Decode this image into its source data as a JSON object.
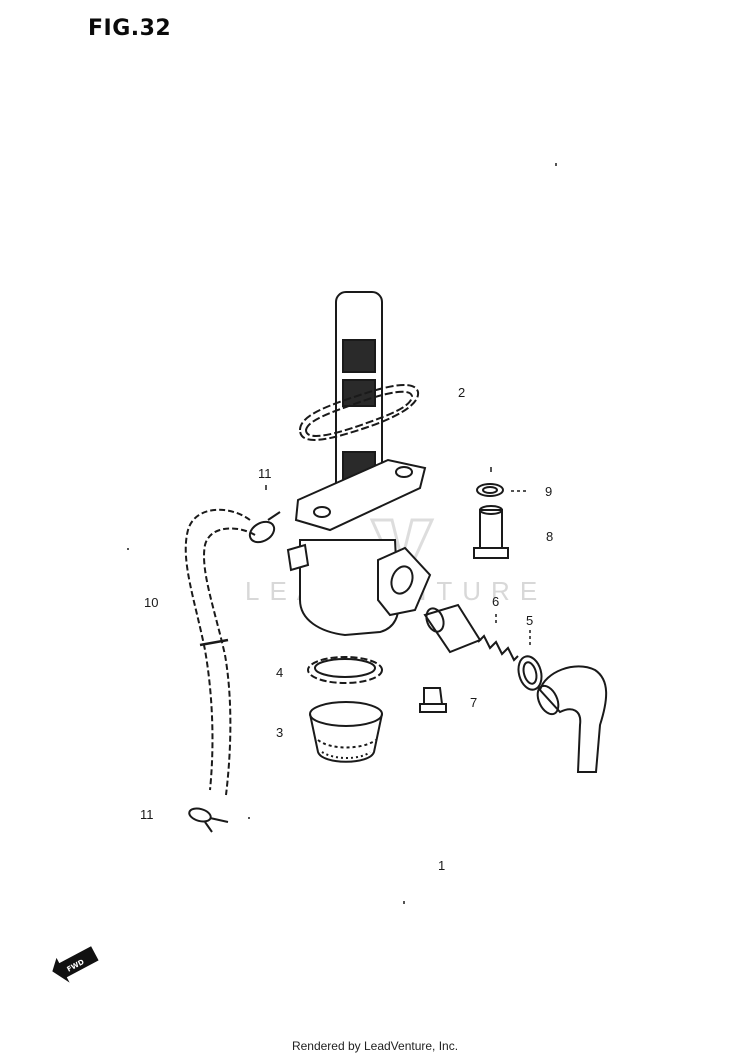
{
  "figure": {
    "title": "FIG.32"
  },
  "callouts": {
    "c1": "1",
    "c2": "2",
    "c3": "3",
    "c4": "4",
    "c5": "5",
    "c6": "6",
    "c7": "7",
    "c8": "8",
    "c9": "9",
    "c10": "10",
    "c11_top": "11",
    "c11_bottom": "11"
  },
  "direction_arrow": {
    "label": "FWD",
    "icon": "fwd-arrow-icon"
  },
  "watermark": {
    "text": "LEADVENTURE",
    "icon": "leadventure-logo-icon"
  },
  "footer": {
    "credit": "Rendered by LeadVenture, Inc."
  },
  "colors": {
    "ink": "#111111",
    "watermark": "#d8d8d8",
    "background": "#ffffff"
  }
}
